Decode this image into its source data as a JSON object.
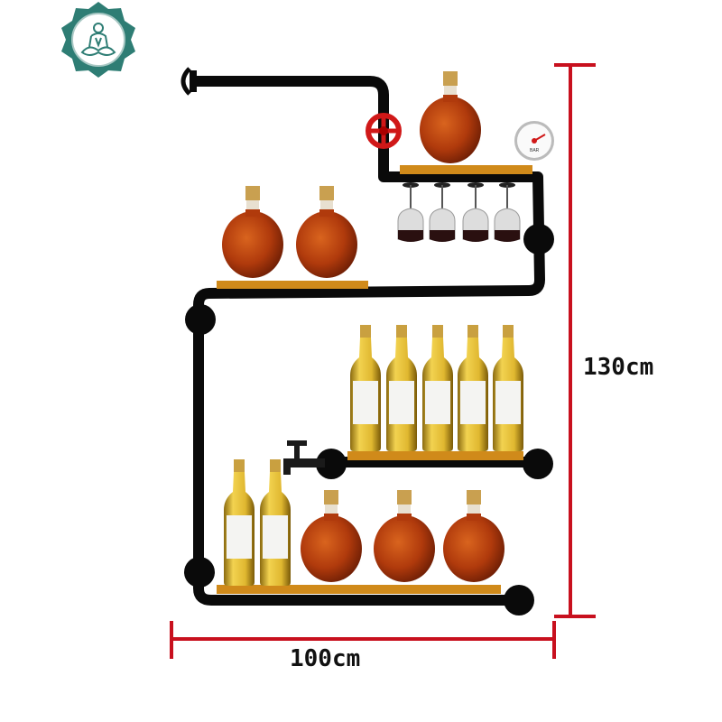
{
  "dimensions": {
    "height_label": "130cm",
    "width_label": "100cm"
  },
  "gauge": {
    "unit_label": "BAR"
  },
  "logo": {
    "icon": "meditation-lotus-icon"
  },
  "colors": {
    "dimension_line": "#c8101e",
    "pipe": "#0a0a0a",
    "shelf": "#d08a1a",
    "logo_teal": "#2e7d74",
    "cognac": "#b8440e",
    "valve": "#d01818"
  }
}
